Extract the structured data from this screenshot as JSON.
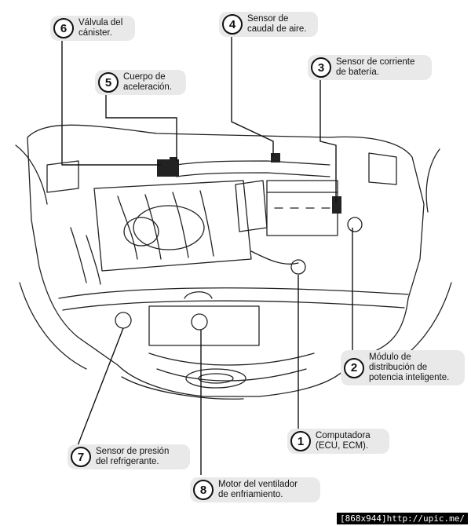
{
  "callouts": [
    {
      "id": "6",
      "label": "Válvula del\ncánister."
    },
    {
      "id": "4",
      "label": "Sensor de\ncaudal de aire."
    },
    {
      "id": "3",
      "label": "Sensor de corriente\nde batería."
    },
    {
      "id": "5",
      "label": "Cuerpo de\naceleración."
    },
    {
      "id": "2",
      "label": "Módulo de\ndistribución de\npotencia inteligente."
    },
    {
      "id": "1",
      "label": "Computadora\n(ECU, ECM)."
    },
    {
      "id": "7",
      "label": "Sensor de presión\ndel refrigerante."
    },
    {
      "id": "8",
      "label": "Motor del ventilador\nde enfriamiento."
    }
  ],
  "credit": "[868x944]http://upic.me/"
}
